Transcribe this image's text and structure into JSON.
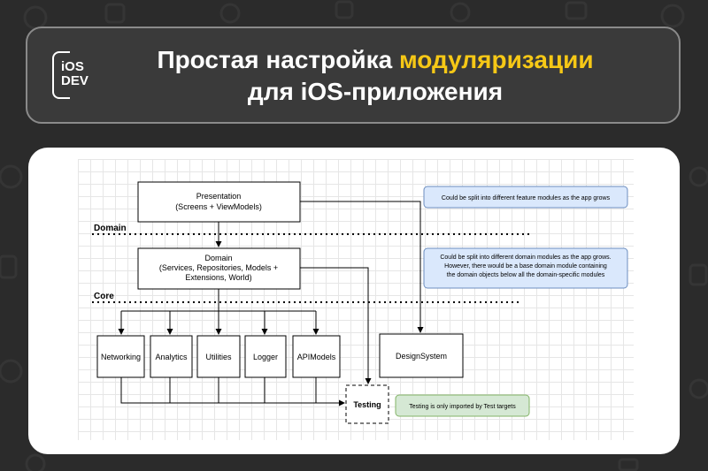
{
  "header": {
    "logo_line1": "iOS",
    "logo_line2": "DEV",
    "title_part1": "Простая настройка ",
    "title_highlight": "модуляризации",
    "title_line2": "для iOS-приложения",
    "highlight_color": "#f6c816"
  },
  "diagram": {
    "layers": {
      "domain": "Domain",
      "core": "Core"
    },
    "nodes": {
      "presentation": [
        "Presentation",
        "(Screens + ViewModels)"
      ],
      "domain": [
        "Domain",
        "(Services, Repositories, Models +",
        "Extensions, World)"
      ],
      "networking": "Networking",
      "analytics": "Analytics",
      "utilities": "Utilities",
      "logger": "Logger",
      "apimodels": "APIModels",
      "designsystem": "DesignSystem",
      "testing": "Testing"
    },
    "notes": {
      "presentation": [
        "Could be split into different feature modules as the app grows"
      ],
      "domain": [
        "Could be split into different domain modules as the app grows.",
        "However, there would be a base domain module containing",
        "the domain objects below all the domain-specific modules"
      ],
      "testing": [
        "Testing is only imported by Test targets"
      ]
    }
  }
}
